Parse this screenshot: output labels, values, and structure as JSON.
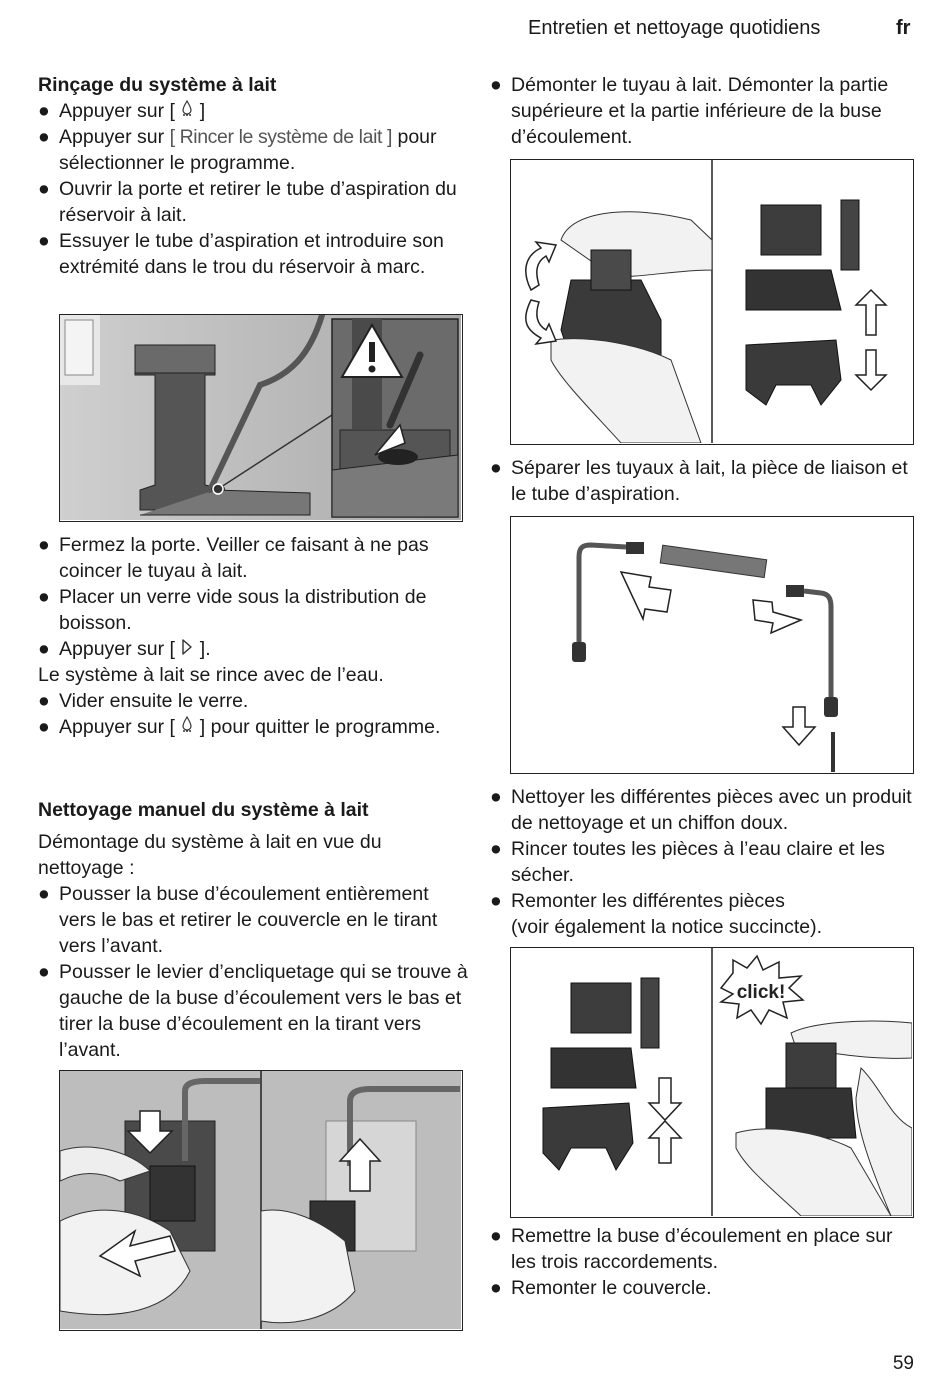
{
  "header": {
    "title": "Entretien et nettoyage quotidiens",
    "lang": "fr"
  },
  "page_number": "59",
  "left": {
    "section1": {
      "heading": "Rinçage du système à lait",
      "bullets": [
        {
          "pre": "Appuyer sur [ ",
          "icon": "milk-system-icon",
          "post": " ]"
        },
        {
          "pre": "Appuyer sur ",
          "gray": "[ Rincer le système de lait ]",
          "post": " pour sélectionner le programme."
        },
        {
          "text": "Ouvrir la porte et retirer le tube d’aspiration du réservoir à lait."
        },
        {
          "text": "Essuyer le tube d’aspiration et introduire son extrémité dans le trou du réservoir à marc."
        }
      ]
    },
    "section2": {
      "b1": "Fermez la porte. Veiller ce faisant à ne pas coincer le tuyau à lait.",
      "b2": "Placer un verre vide sous la distribution de boisson.",
      "b3_pre": "Appuyer sur [ ",
      "b3_post": " ].",
      "plain": "Le système à lait se rince avec de l’eau.",
      "b4": "Vider ensuite le verre.",
      "b5_pre": "Appuyer sur [ ",
      "b5_post": " ] pour quitter le programme."
    },
    "section3": {
      "heading": "Nettoyage manuel du système à lait",
      "intro": "Démontage du système à lait en vue du nettoyage :",
      "b1": "Pousser la buse d’écoulement entièrement vers le bas et retirer le couvercle en le tirant vers l’avant.",
      "b2": "Pousser le levier d’encliquetage qui se trouve à gauche de la buse d’écoulement vers le bas et tirer la buse d’écoulement en la tirant vers l’avant."
    }
  },
  "right": {
    "b1": "Démonter le tuyau à lait. Démonter la partie supérieure et la partie inférieure de la buse d’écoulement.",
    "b2": "Séparer les tuyaux à lait, la pièce de liaison et le tube d’aspiration.",
    "b3": "Nettoyer les différentes pièces avec un produit de nettoyage et un chiffon doux.",
    "b4": "Rincer toutes les pièces à l’eau claire et les sécher.",
    "b5_line1": "Remonter les différentes pièces",
    "b5_line2": "(voir également la notice succincte).",
    "click_label": "click!",
    "b6": "Remettre la buse d’écoulement en place sur les trois raccordements.",
    "b7": "Remonter le couvercle."
  },
  "bullet_char": "●",
  "icons": {
    "milk": "milk-system-icon",
    "start": "start-icon",
    "warning": "warning-icon"
  }
}
